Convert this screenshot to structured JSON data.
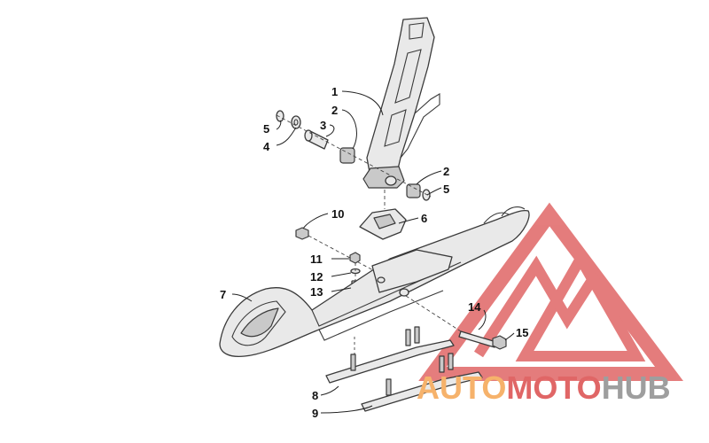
{
  "callouts": {
    "c1": "1",
    "c2a": "2",
    "c2b": "2",
    "c3": "3",
    "c4": "4",
    "c5a": "5",
    "c5b": "5",
    "c6": "6",
    "c7": "7",
    "c8": "8",
    "c9": "9",
    "c10": "10",
    "c11": "11",
    "c12": "12",
    "c13": "13",
    "c14": "14",
    "c15": "15"
  },
  "watermark": {
    "part1": "AUTO",
    "part2": "MOTO",
    "part3": "HUB",
    "color_orange": "#f6b26b",
    "color_red": "#e06666",
    "color_gray": "#9e9e9e"
  }
}
